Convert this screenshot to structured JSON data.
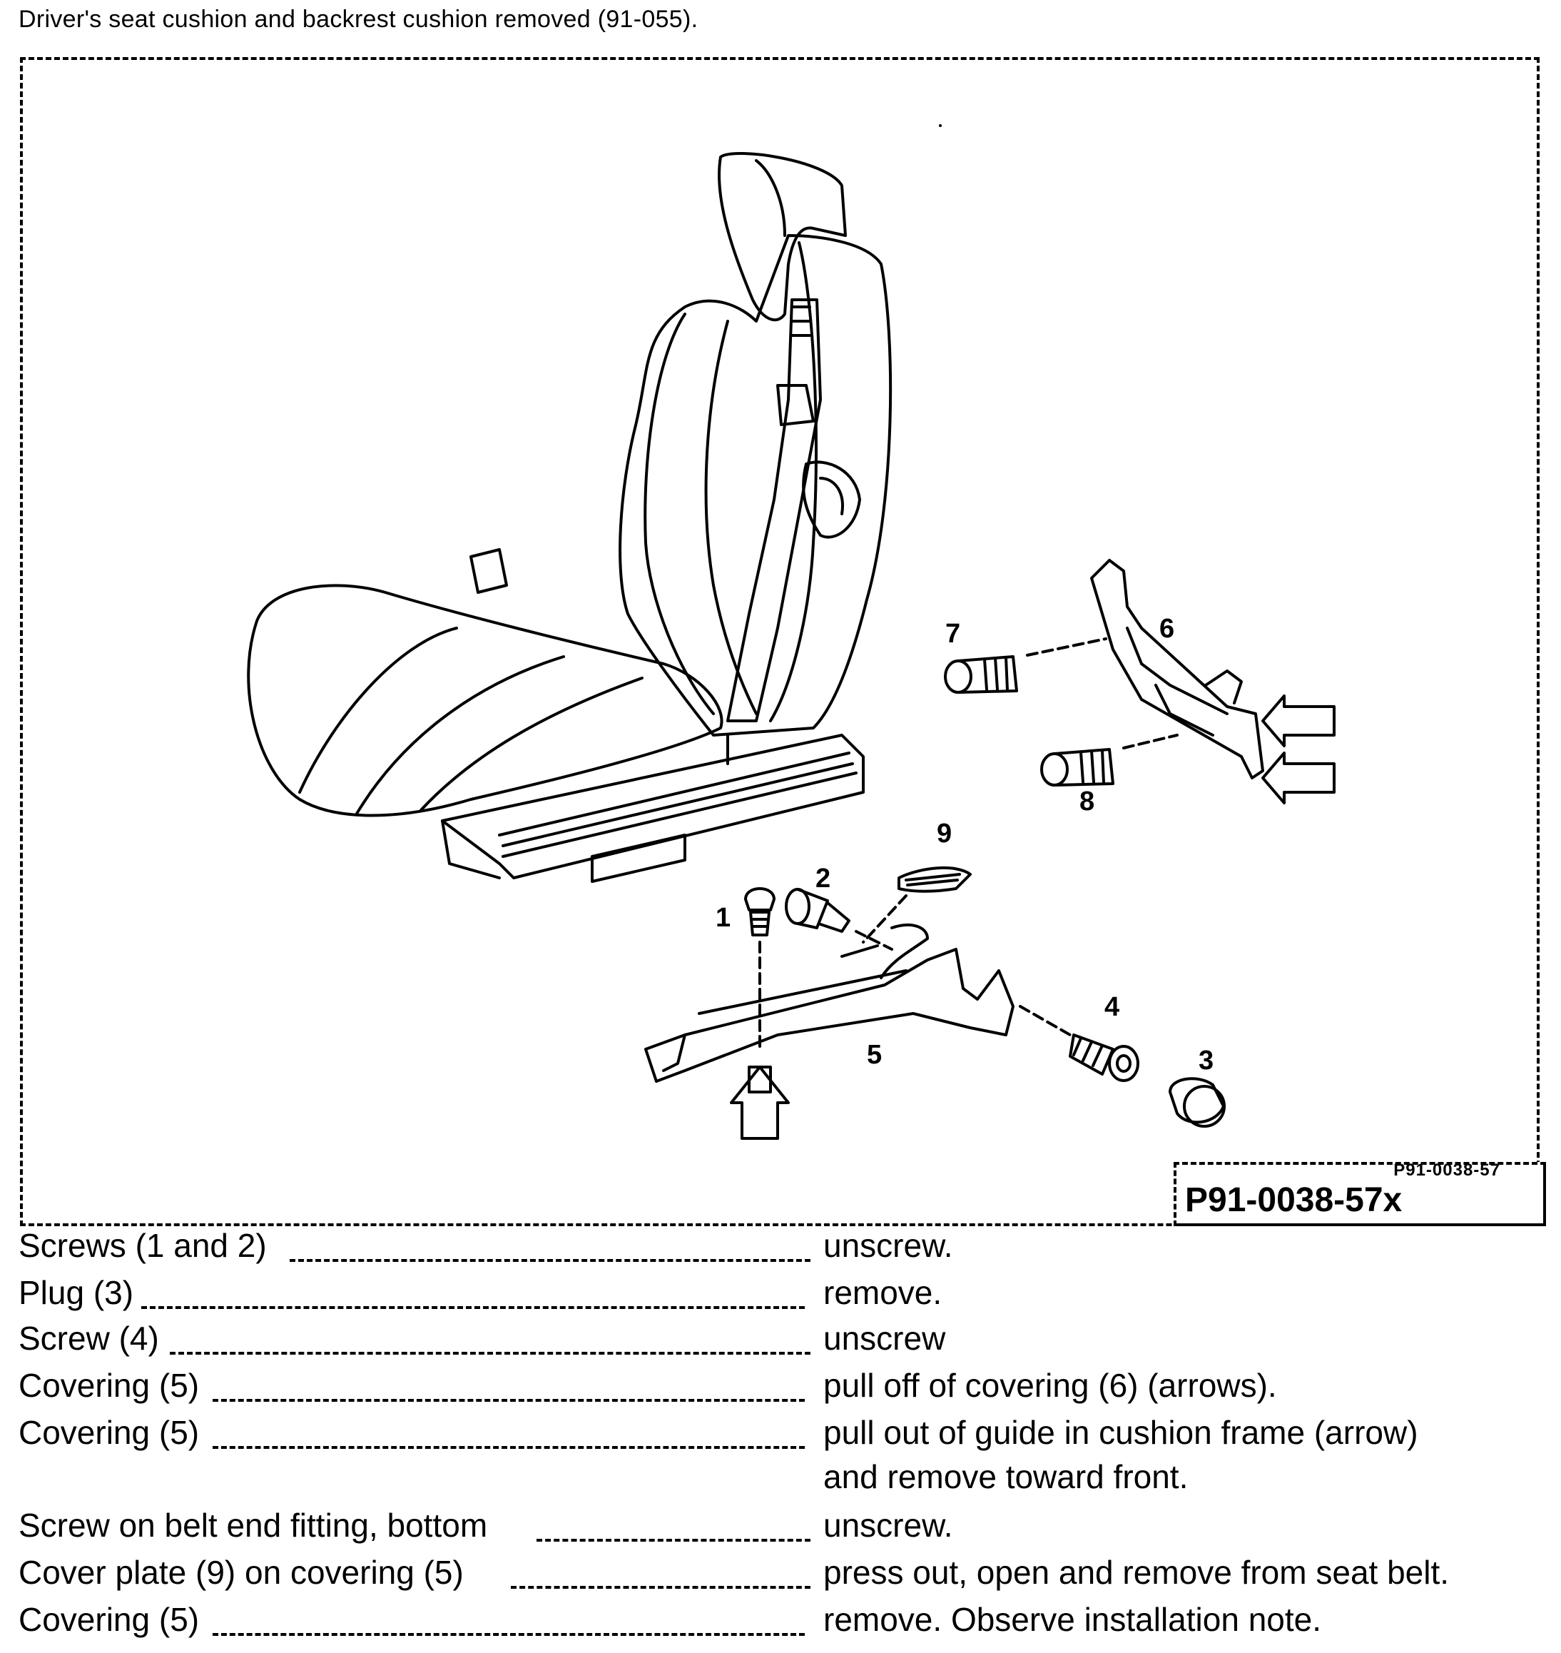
{
  "header": {
    "text": "Driver's seat cushion and backrest cushion removed (91-055)."
  },
  "figure": {
    "code_small": "P91-0038-57",
    "code_large": "P91-0038-57x",
    "callouts": [
      "1",
      "2",
      "3",
      "4",
      "5",
      "6",
      "7",
      "8",
      "9"
    ]
  },
  "steps": [
    {
      "part": "Screws (1 and 2)",
      "action": "unscrew."
    },
    {
      "part": "Plug (3)",
      "action": "remove."
    },
    {
      "part": "Screw (4)",
      "action": "unscrew"
    },
    {
      "part": "Covering (5)",
      "action": "pull off of covering (6) (arrows)."
    },
    {
      "part": "Covering (5)",
      "action": "pull out of guide in cushion frame (arrow)",
      "action_cont": "and remove toward front."
    },
    {
      "part": "Screw on belt end fitting, bottom",
      "action": "unscrew."
    },
    {
      "part": "Cover plate (9) on covering (5)",
      "action": "press out, open and remove from seat belt."
    },
    {
      "part": "Covering (5)",
      "action": "remove. Observe installation note."
    }
  ]
}
